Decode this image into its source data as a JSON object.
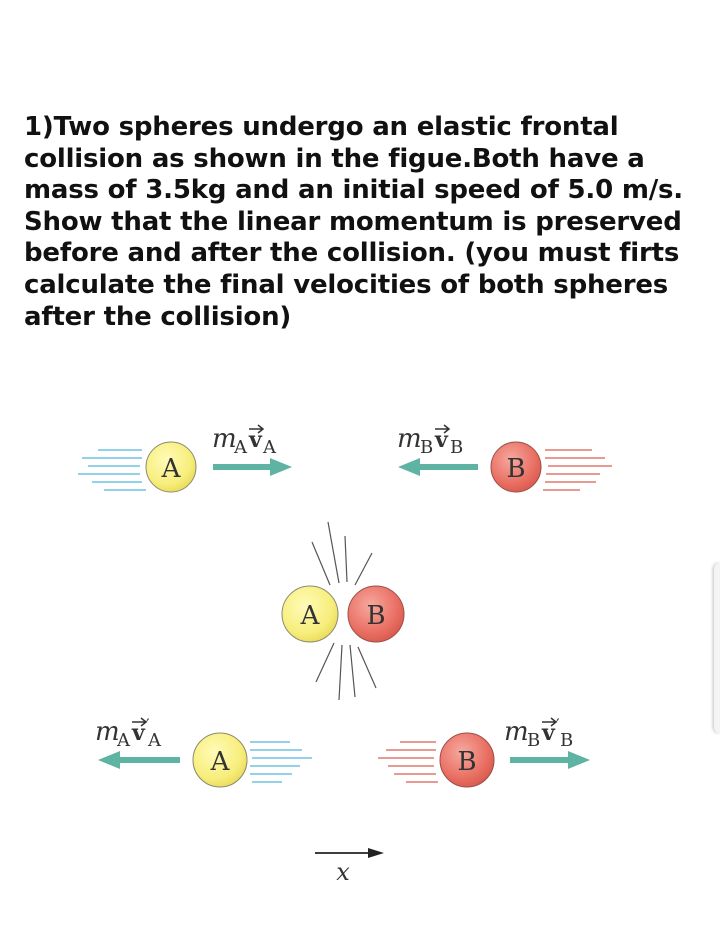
{
  "question": {
    "text": "1)Two spheres undergo an elastic frontal collision as shown in the figue.Both have a mass of 3.5kg and an initial speed of 5.0 m/s. Show that the linear momentum is preserved before and after the collision. (you must firts calculate the final velocities of both spheres after the collision)"
  },
  "figure": {
    "sphere_a_label": "A",
    "sphere_b_label": "B",
    "momentum_labels": {
      "before_a": {
        "m": "m",
        "sub": "A",
        "v": "v",
        "vsub": "A"
      },
      "before_b": {
        "m": "m",
        "sub": "B",
        "v": "v",
        "vsub": "B"
      },
      "after_a": {
        "m": "m",
        "sub": "A",
        "v": "v",
        "vsub": "A"
      },
      "after_b": {
        "m": "m",
        "sub": "B",
        "v": "v",
        "vsub": "B"
      }
    },
    "axis_label": "x",
    "colors": {
      "sphere_a": "#f7ee7c",
      "sphere_b": "#e96e62",
      "arrow": "#5fb3a2",
      "a_speed_lines": "#6fc2e0",
      "b_speed_lines": "#e07a6e"
    }
  }
}
